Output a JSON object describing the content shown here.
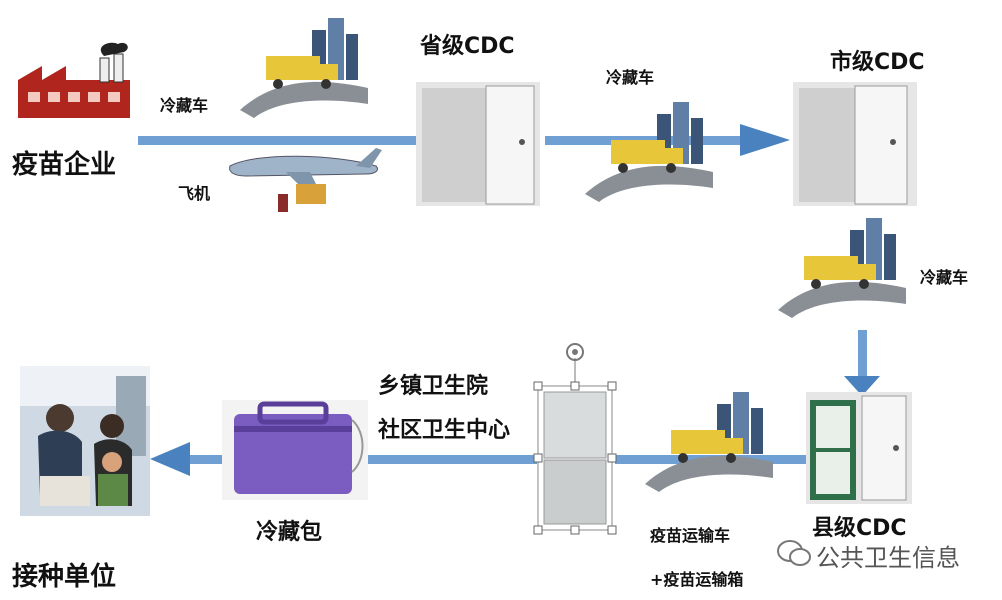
{
  "labels": {
    "vaccine_company": "疫苗企业",
    "provincial_cdc": "省级CDC",
    "city_cdc": "市级CDC",
    "county_cdc": "县级CDC",
    "cold_truck_1": "冷藏车",
    "airplane": "飞机",
    "cold_truck_2": "冷藏车",
    "cold_truck_3": "冷藏车",
    "township_hospital": "乡镇卫生院",
    "community_center": "社区卫生中心",
    "cold_bag": "冷藏包",
    "vaccination_unit": "接种单位",
    "vaccine_truck": "疫苗运输车",
    "vaccine_box": "+疫苗运输箱"
  },
  "watermark": "公共卫生信息",
  "colors": {
    "arrow": "#6f9fd3",
    "arrow_dark": "#4a82c0",
    "factory": "#b0261e",
    "bag": "#7b5cc0",
    "door": "#e6e6e6"
  }
}
